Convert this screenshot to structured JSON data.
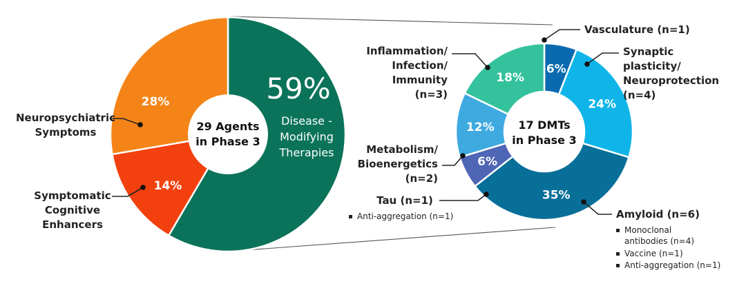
{
  "colors": {
    "disease_modifying": "#0b7359",
    "neuropsychiatric": "#f58418",
    "cognitive": "#f2410e",
    "vasculature": "#0a6ab0",
    "synaptic": "#0fb5e8",
    "amyloid": "#086f98",
    "tau": "#4f65b5",
    "metabolism": "#3faae0",
    "inflammation": "#34c29d"
  },
  "chart_data": [
    {
      "type": "pie",
      "center_label": [
        "29 Agents",
        "in Phase 3"
      ],
      "slices": [
        {
          "key": "disease_modifying",
          "value": 59,
          "label": "59%",
          "name": [
            "Disease -",
            "Modifying",
            "Therapies"
          ]
        },
        {
          "key": "cognitive",
          "value": 14,
          "label": "14%",
          "name": [
            "Symptomatic",
            "Cognitive",
            "Enhancers"
          ]
        },
        {
          "key": "neuropsychiatric",
          "value": 28,
          "label": "28%",
          "name": [
            "Neuropsychiatric",
            "Symptoms"
          ]
        }
      ]
    },
    {
      "type": "pie",
      "center_label": [
        "17 DMTs",
        "in Phase 3"
      ],
      "slices": [
        {
          "key": "vasculature",
          "value": 6,
          "label": "6%",
          "name": [
            "Vasculature (n=1)"
          ]
        },
        {
          "key": "synaptic",
          "value": 24,
          "label": "24%",
          "name": [
            "Synaptic",
            "plasticity/",
            "Neuroprotection",
            "(n=4)"
          ]
        },
        {
          "key": "amyloid",
          "value": 35,
          "label": "35%",
          "name": [
            "Amyloid (n=6)"
          ],
          "details": [
            "Monoclonal",
            "antibodies (n=4)",
            "Vaccine (n=1)",
            "Anti-aggregation (n=1)"
          ]
        },
        {
          "key": "tau",
          "value": 6,
          "label": "6%",
          "name": [
            "Tau (n=1)"
          ],
          "details": [
            "Anti-aggregation (n=1)"
          ]
        },
        {
          "key": "metabolism",
          "value": 12,
          "label": "12%",
          "name": [
            "Metabolism/",
            "Bioenergetics",
            "(n=2)"
          ]
        },
        {
          "key": "inflammation",
          "value": 18,
          "label": "18%",
          "name": [
            "Inflammation/",
            "Infection/",
            "Immunity",
            "(n=3)"
          ]
        }
      ]
    }
  ]
}
